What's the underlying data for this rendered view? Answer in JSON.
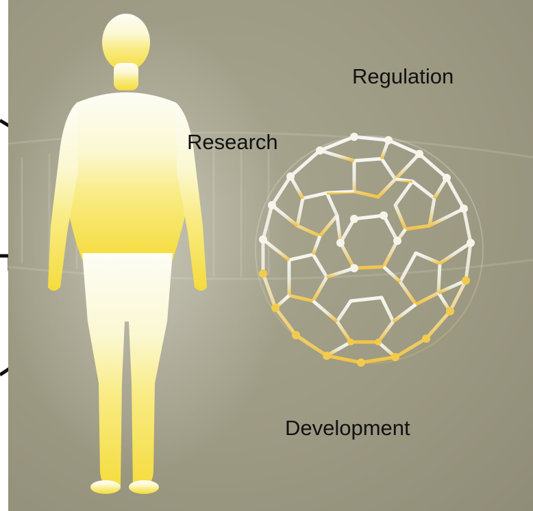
{
  "labels": {
    "regulation": "Regulation",
    "research": "Research",
    "development": "Development"
  },
  "colors": {
    "background": "#9d9a84",
    "figure_top": "#fdfdf6",
    "figure_bottom": "#f7e24a",
    "molecule_white": "#f2f2ee",
    "molecule_gold": "#f1c445",
    "text": "#111111"
  },
  "image": {
    "subject": "human-silhouette",
    "object": "buckyball-molecule"
  }
}
